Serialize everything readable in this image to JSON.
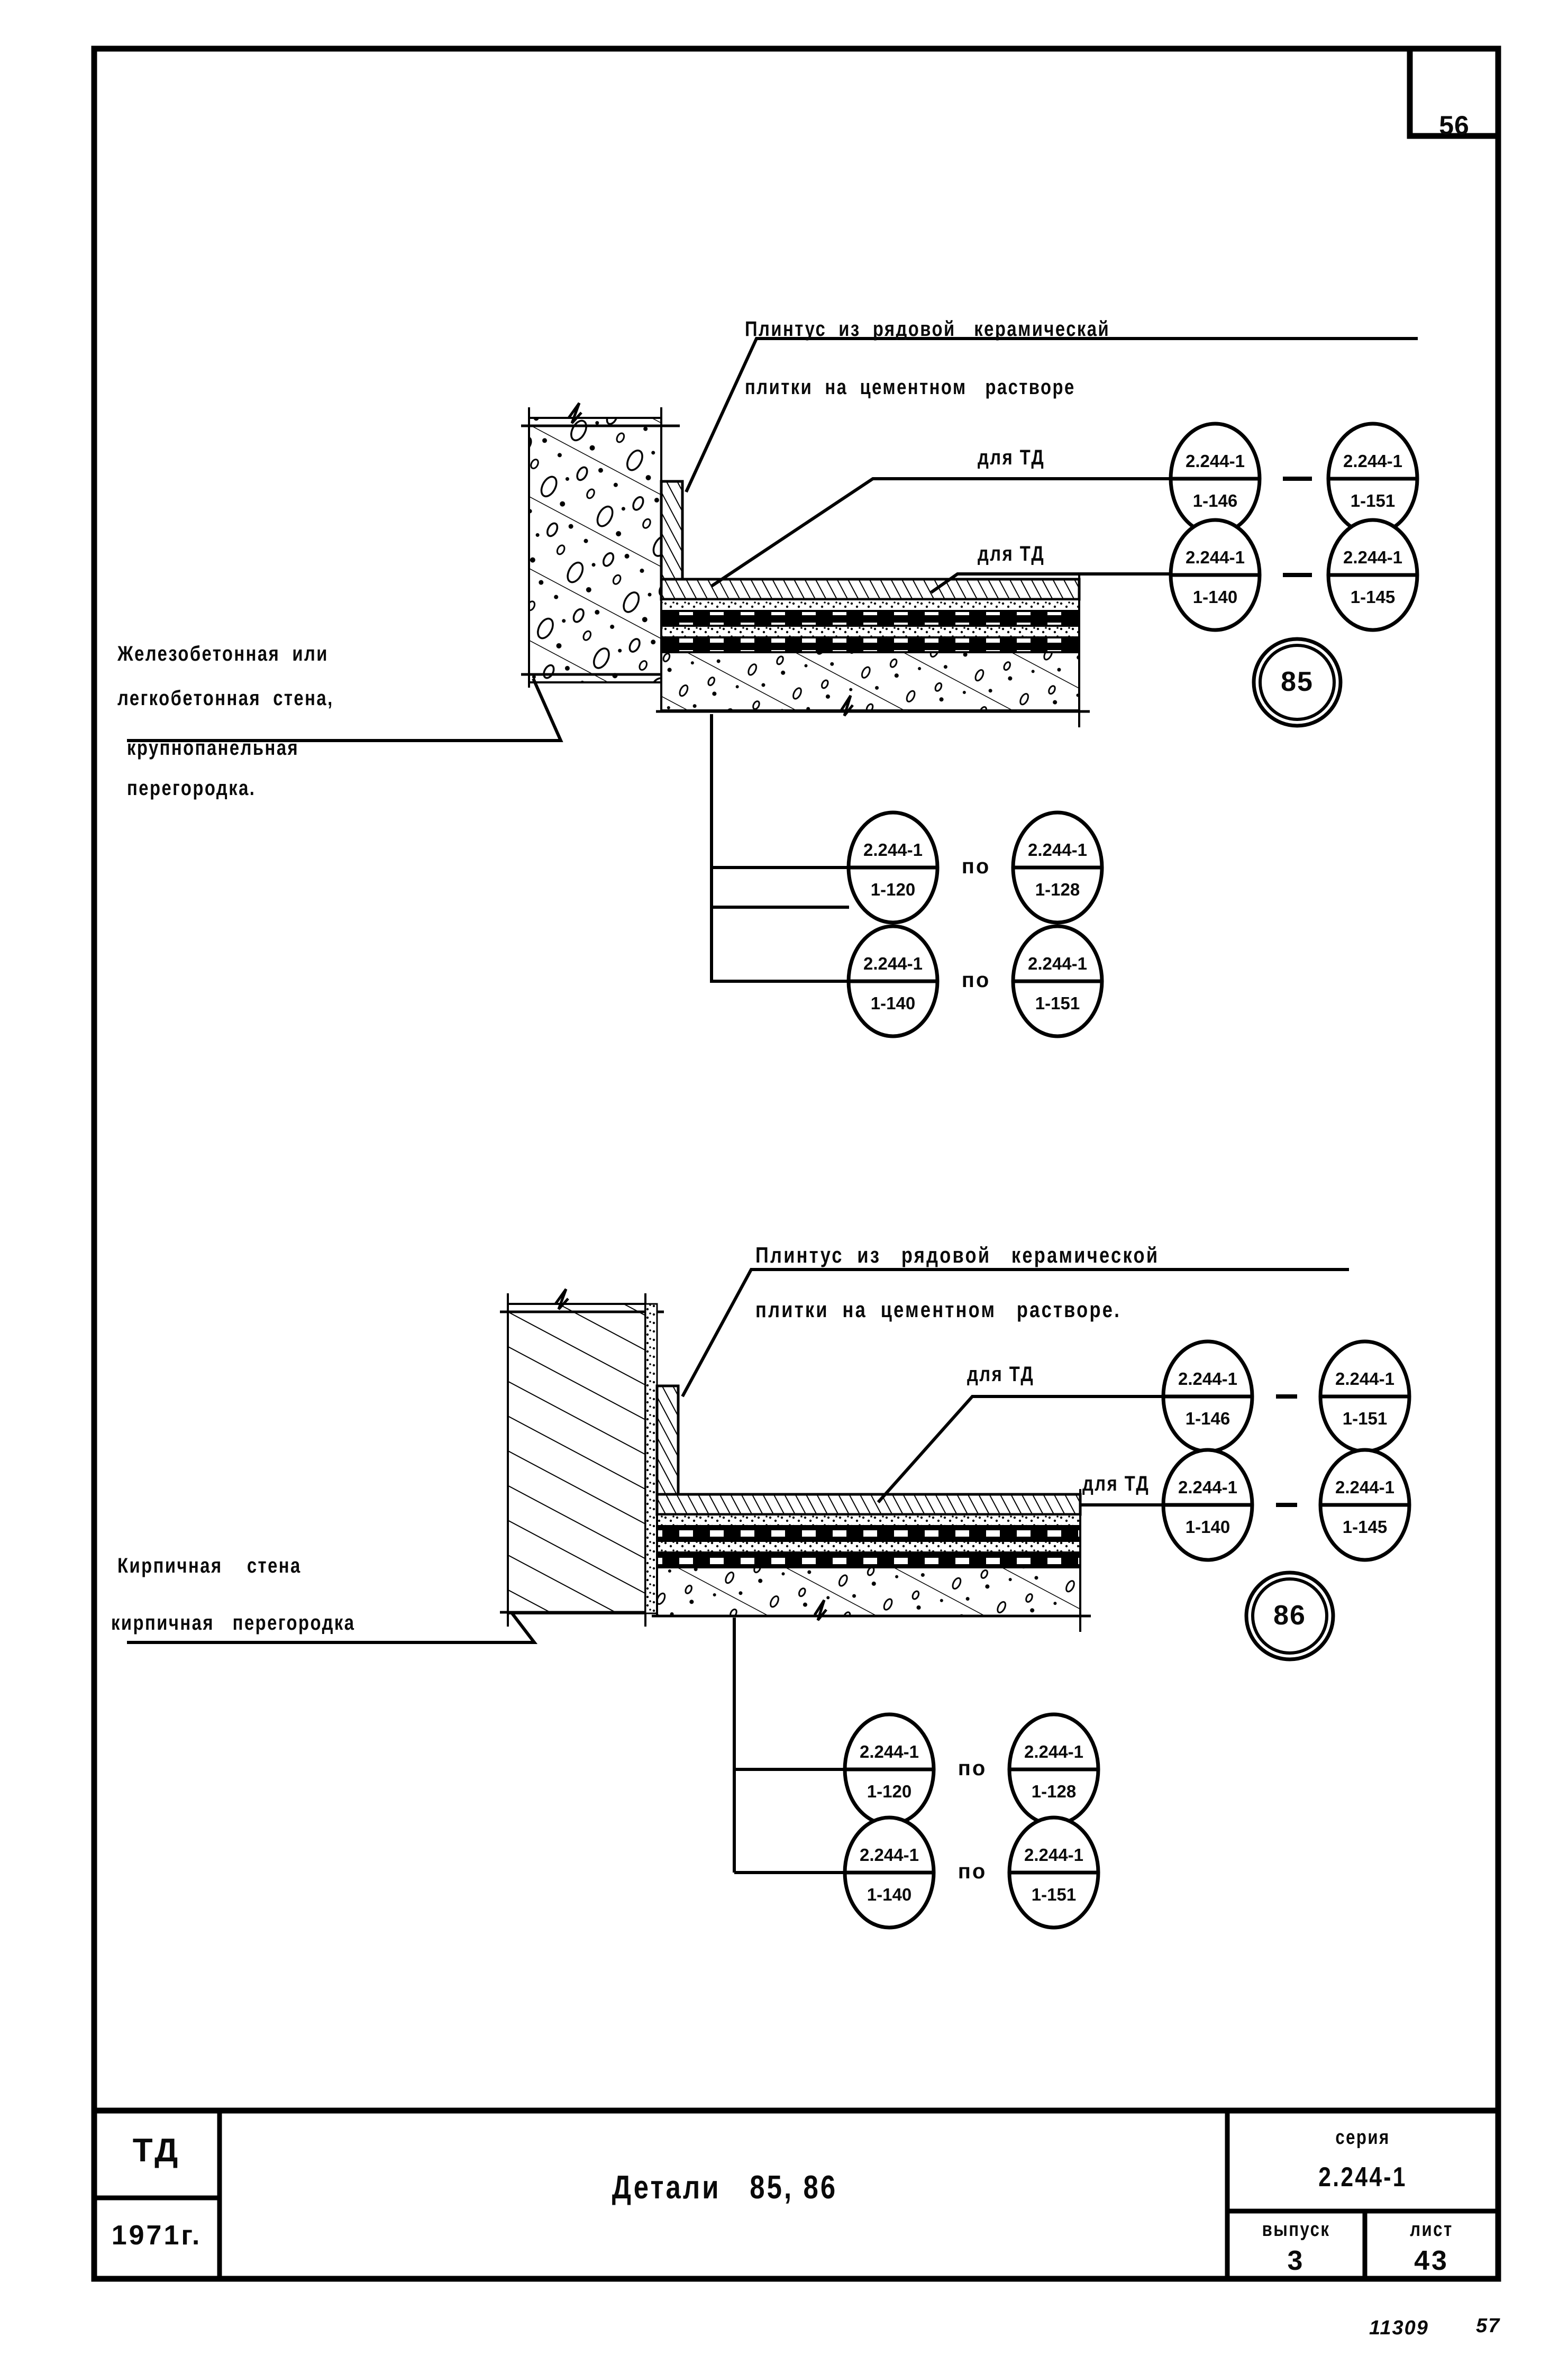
{
  "sheet": {
    "page_number": "56",
    "bottom_right_scrawl_code": "11309",
    "bottom_right_scrawl_num": "57"
  },
  "title_block": {
    "stamp": "ТД",
    "year": "1971г.",
    "title": "Детали   85, 86",
    "series_label": "серия",
    "series_value": "2.244-1",
    "issue_label": "выпуск",
    "issue_value": "3",
    "sheet_label": "лист",
    "sheet_value": "43"
  },
  "details": [
    {
      "id": "detail-85",
      "number": "85",
      "top_note_line1": "Плинтус  из  рядовой   керамическай",
      "top_note_line2": "плитки  на  цементном   растворе",
      "left_note_line1": "Железобетонная  или",
      "left_note_line2": "легкобетонная  стена,",
      "left_note_line3": "крупнопанельная",
      "left_note_line4": "перегородка.",
      "leaders": [
        {
          "label": "для ТД",
          "left_circle": {
            "top": "2.244-1",
            "bottom": "1-146"
          },
          "separator": "-",
          "right_circle": {
            "top": "2.244-1",
            "bottom": "1-151"
          }
        },
        {
          "label": "для ТД",
          "left_circle": {
            "top": "2.244-1",
            "bottom": "1-140"
          },
          "separator": "-",
          "right_circle": {
            "top": "2.244-1",
            "bottom": "1-145"
          }
        }
      ],
      "floor_refs": [
        {
          "left_circle": {
            "top": "2.244-1",
            "bottom": "1-120"
          },
          "separator": "по",
          "right_circle": {
            "top": "2.244-1",
            "bottom": "1-128"
          }
        },
        {
          "left_circle": {
            "top": "2.244-1",
            "bottom": "1-140"
          },
          "separator": "по",
          "right_circle": {
            "top": "2.244-1",
            "bottom": "1-151"
          }
        }
      ]
    },
    {
      "id": "detail-86",
      "number": "86",
      "top_note_line1": "Плинтус  из   рядовой   керамической",
      "top_note_line2": "плитки  на  цементном   растворе.",
      "left_note_line1": "Кирпичная    стена",
      "left_note_line2": "кирпичная   перегородка",
      "leaders": [
        {
          "label": "для ТД",
          "left_circle": {
            "top": "2.244-1",
            "bottom": "1-146"
          },
          "separator": "-",
          "right_circle": {
            "top": "2.244-1",
            "bottom": "1-151"
          }
        },
        {
          "label": "для ТД",
          "left_circle": {
            "top": "2.244-1",
            "bottom": "1-140"
          },
          "separator": "-",
          "right_circle": {
            "top": "2.244-1",
            "bottom": "1-145"
          }
        }
      ],
      "floor_refs": [
        {
          "left_circle": {
            "top": "2.244-1",
            "bottom": "1-120"
          },
          "separator": "по",
          "right_circle": {
            "top": "2.244-1",
            "bottom": "1-128"
          }
        },
        {
          "left_circle": {
            "top": "2.244-1",
            "bottom": "1-140"
          },
          "separator": "по",
          "right_circle": {
            "top": "2.244-1",
            "bottom": "1-151"
          }
        }
      ]
    }
  ]
}
